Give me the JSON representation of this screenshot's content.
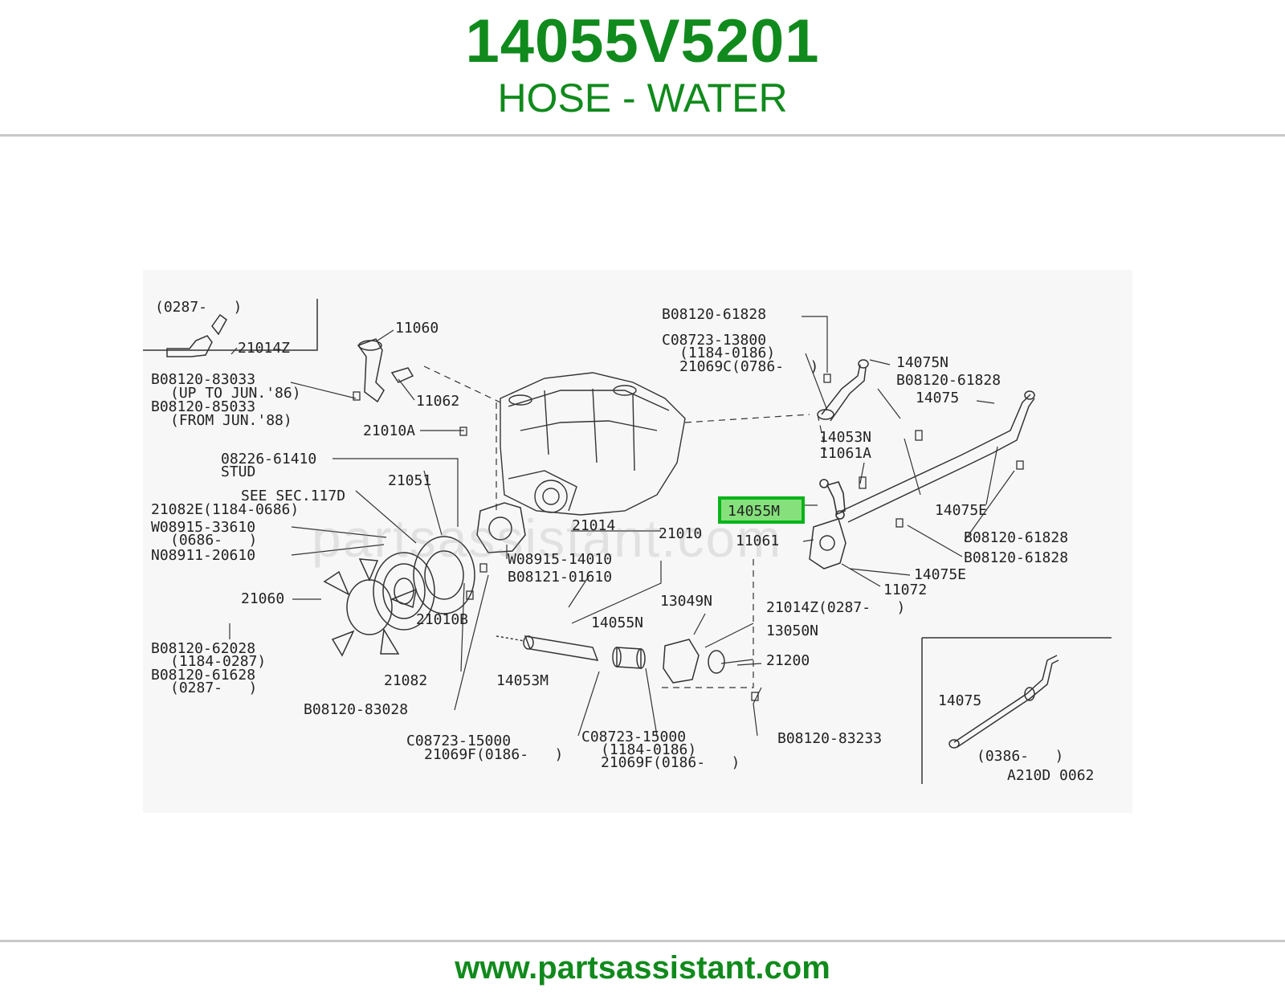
{
  "header": {
    "part_number": "14055V5201",
    "part_name": "HOSE - WATER"
  },
  "highlight": {
    "label": "14055M",
    "color": "#0ab31a",
    "fill": "#86e07c"
  },
  "labels": {
    "l_0287": "(0287-   )",
    "l_21014Z_a": "21014Z",
    "l_11060": "11060",
    "l_11062": "11062",
    "l_b_08120_83033": "B08120-83033",
    "l_upto": "(UP TO JUN.'86)",
    "l_b_08120_85033": "B08120-85033",
    "l_fromjun": "(FROM JUN.'88)",
    "l_21010A": "21010A",
    "l_08226": "08226-61410",
    "l_stud": "STUD",
    "l_21051": "21051",
    "l_seesec": "SEE SEC.117D",
    "l_21082E": "21082E(1184-0686)",
    "l_w_08915_33610": "W08915-33610",
    "l_0686": "(0686-   )",
    "l_n_08911": "N08911-20610",
    "l_21014": "21014",
    "l_21010": "21010",
    "l_w_08915_14010": "W08915-14010",
    "l_b_08121": "B08121-01610",
    "l_21060": "21060",
    "l_21010B": "21010B",
    "l_b_08120_62028": "B08120-62028",
    "l_1184_0287": "(1184-0287)",
    "l_b_08120_61628": "B08120-61628",
    "l_0287b": "(0287-   )",
    "l_21082": "21082",
    "l_b_08120_83028": "B08120-83028",
    "l_14053M": "14053M",
    "l_14055N": "14055N",
    "l_13049N": "13049N",
    "l_21014Z_b": "21014Z(0287-   )",
    "l_13050N": "13050N",
    "l_21200": "21200",
    "l_c_08723_15000a": "C08723-15000",
    "l_21069F_a": "21069F(0186-   )",
    "l_c_08723_15000b": "C08723-15000",
    "l_1184_0186b": "(1184-0186)",
    "l_21069F_b": "21069F(0186-   )",
    "l_b_08120_83233": "B08120-83233",
    "l_b_08120_61828a": "B08120-61828",
    "l_c_08723_13800": "C08723-13800",
    "l_1184_0186": "(1184-0186)",
    "l_21069C": "21069C(0786-   )",
    "l_14075N": "14075N",
    "l_b_08120_61828b": "B08120-61828",
    "l_14075a": "14075",
    "l_14053N": "14053N",
    "l_11061A": "11061A",
    "l_14075E_a": "14075E",
    "l_b_08120_61828c": "B08120-61828",
    "l_11061": "11061",
    "l_b_08120_61828d": "B08120-61828",
    "l_14075E_b": "14075E",
    "l_11072": "11072",
    "l_14075b": "14075",
    "l_0386": "(0386-   )",
    "l_a210d": "A210D 0062"
  },
  "watermark": "partsassistant.com",
  "footer": {
    "url": "www.partsassistant.com"
  }
}
